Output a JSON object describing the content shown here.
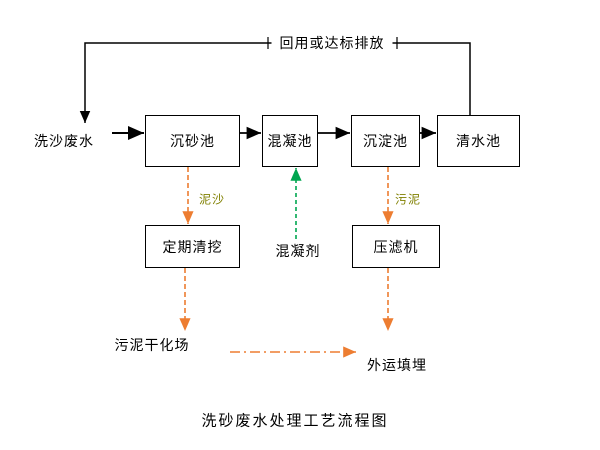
{
  "title": "洗砂废水处理工艺流程图",
  "flow": {
    "recycle_label": "回用或达标排放",
    "influent_label": "洗沙废水",
    "boxes": {
      "grit_chamber": "沉砂池",
      "coagulation_tank": "混凝池",
      "sedimentation_tank": "沉淀池",
      "clear_water_tank": "清水池",
      "periodic_dredging": "定期清挖",
      "filter_press": "压滤机"
    },
    "stream_labels": {
      "sediment": "泥沙",
      "sludge": "污泥"
    },
    "coagulant_label": "混凝剂",
    "sludge_drying_field": "污泥干化场",
    "offsite_landfill": "外运填埋"
  },
  "colors": {
    "line_black": "#000000",
    "sludge_orange": "#ED7D31",
    "coagulant_green": "#00A650",
    "stream_label_olive": "#808000",
    "background": "#FFFFFF"
  }
}
